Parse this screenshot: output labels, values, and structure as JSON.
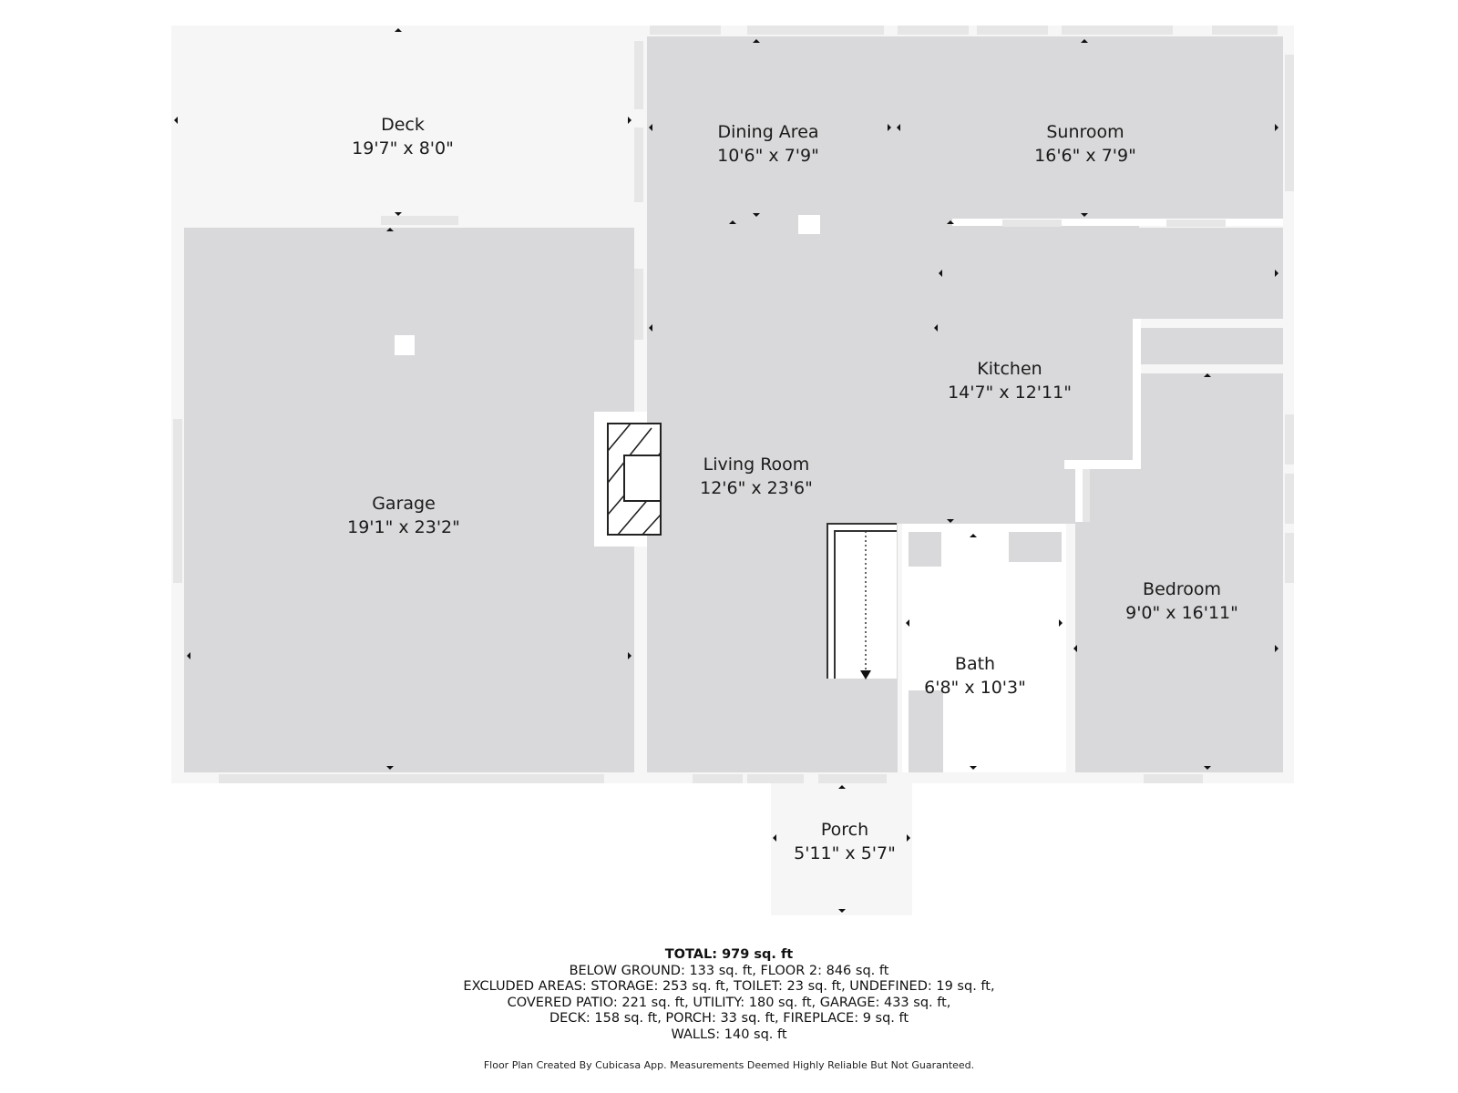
{
  "colors": {
    "room_fill": "#d9d8da",
    "outdoor_fill": "#f6f6f6",
    "wall": "#ffffff",
    "marker": "#111111"
  },
  "rooms": [
    {
      "id": "deck",
      "name": "Deck",
      "dims": "19'7\" x 8'0\""
    },
    {
      "id": "dining-area",
      "name": "Dining Area",
      "dims": "10'6\" x 7'9\""
    },
    {
      "id": "sunroom",
      "name": "Sunroom",
      "dims": "16'6\" x 7'9\""
    },
    {
      "id": "kitchen",
      "name": "Kitchen",
      "dims": "14'7\" x 12'11\""
    },
    {
      "id": "garage",
      "name": "Garage",
      "dims": "19'1\" x 23'2\""
    },
    {
      "id": "living-room",
      "name": "Living Room",
      "dims": "12'6\" x 23'6\""
    },
    {
      "id": "bedroom",
      "name": "Bedroom",
      "dims": "9'0\" x 16'11\""
    },
    {
      "id": "bath",
      "name": "Bath",
      "dims": "6'8\" x 10'3\""
    },
    {
      "id": "porch",
      "name": "Porch",
      "dims": "5'11\" x 5'7\""
    }
  ],
  "summary": {
    "total": "TOTAL: 979 sq. ft",
    "lines": [
      "BELOW GROUND: 133 sq. ft, FLOOR 2: 846 sq. ft",
      "EXCLUDED AREAS: STORAGE: 253 sq. ft, TOILET: 23 sq. ft, UNDEFINED: 19 sq. ft,",
      "COVERED PATIO: 221 sq. ft, UTILITY: 180 sq. ft, GARAGE: 433 sq. ft,",
      "DECK: 158 sq. ft, PORCH: 33 sq. ft, FIREPLACE: 9 sq. ft",
      "WALLS: 140 sq. ft"
    ]
  },
  "footer_note": "Floor Plan Created By Cubicasa App. Measurements Deemed Highly Reliable But Not Guaranteed."
}
